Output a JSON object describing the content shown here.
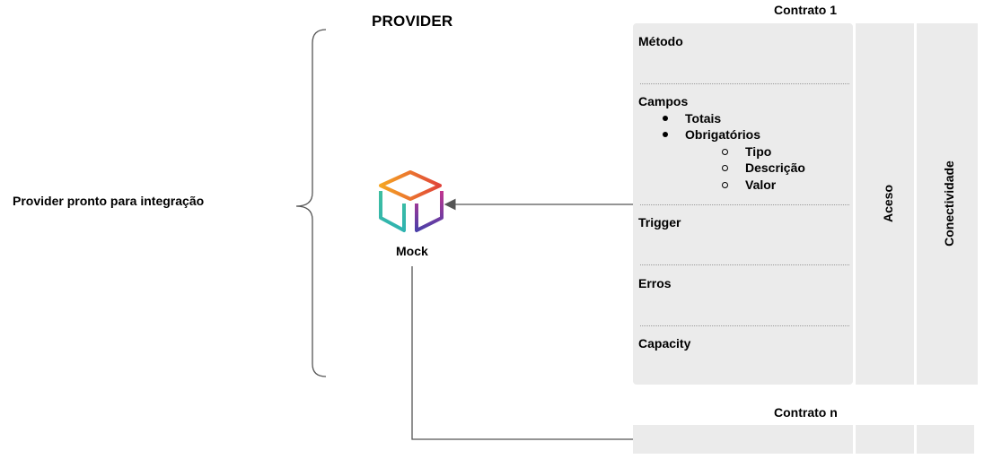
{
  "left_label": "Provider pronto para integração",
  "provider_title": "PROVIDER",
  "mock": {
    "label": "Mock",
    "icon": "cube-icon"
  },
  "contract1": {
    "title": "Contrato 1",
    "sections": {
      "metodo": "Método",
      "campos": {
        "label": "Campos",
        "items": [
          {
            "label": "Totais"
          },
          {
            "label": "Obrigatórios",
            "subitems": [
              "Tipo",
              "Descrição",
              "Valor"
            ]
          }
        ]
      },
      "trigger": "Trigger",
      "erros": "Erros",
      "capacity": "Capacity"
    },
    "columns": [
      "Aceso",
      "Conectividade"
    ]
  },
  "contract_n": {
    "title": "Contrato n"
  },
  "colors": {
    "panel": "#ebebeb",
    "arrow": "#555555",
    "cube_orange": "#f5a623",
    "cube_red": "#e0433a",
    "cube_teal": "#3fbf9f",
    "cube_blue": "#2a8fd6",
    "cube_purple": "#7b3fa8"
  }
}
